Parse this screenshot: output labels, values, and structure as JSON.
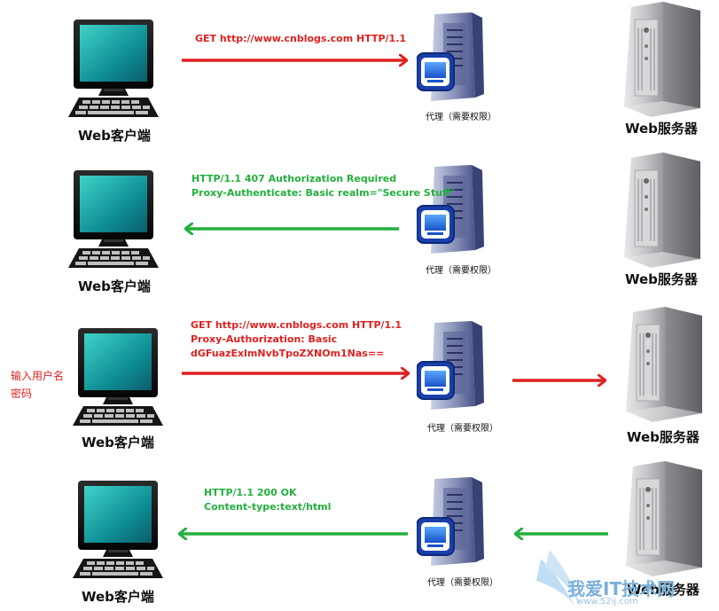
{
  "labels": {
    "client": "Web客户端",
    "proxy": "代理（需要权限）",
    "server": "Web服务器"
  },
  "colors": {
    "request": "#e02020",
    "response": "#22b03c"
  },
  "rows": [
    {
      "messages": [
        "GET http://www.cnblogs.com HTTP/1.1"
      ],
      "color": "request",
      "direction": "client-to-proxy"
    },
    {
      "messages": [
        "HTTP/1.1 407 Authorization Required",
        "Proxy-Authenticate: Basic realm=\"Secure Stuff\""
      ],
      "color": "response",
      "direction": "proxy-to-client"
    },
    {
      "messages": [
        "GET http://www.cnblogs.com HTTP/1.1",
        "Proxy-Authorization: Basic",
        "dGFuazExlmNvbTpoZXNOm1Nas=="
      ],
      "color": "request",
      "direction": "client-to-proxy-to-server",
      "side_note": [
        "输入用户名",
        "密码"
      ]
    },
    {
      "messages": [
        "HTTP/1.1 200 OK",
        "Content-type:text/html"
      ],
      "color": "response",
      "direction": "server-to-proxy-to-client"
    }
  ],
  "watermark": {
    "text": "我爱IT技术网",
    "url": "www.52ij.com"
  },
  "icons": {
    "client": "computer-monitor-icon",
    "proxy": "proxy-server-icon",
    "server": "tower-server-icon"
  }
}
